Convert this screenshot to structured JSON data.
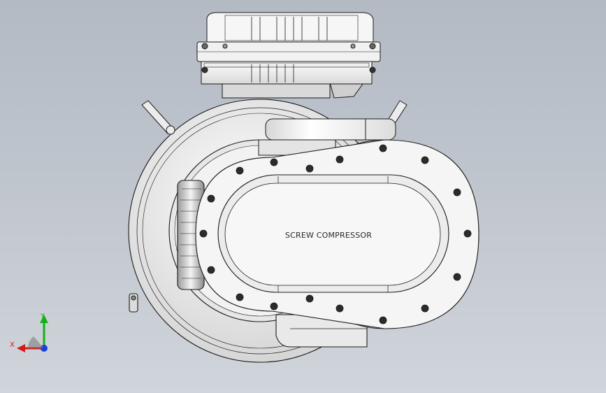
{
  "model": {
    "label": "SCREW COMPRESSOR"
  },
  "triad": {
    "x_label": "X",
    "y_label": "Y",
    "x_color": "#d41a1a",
    "y_color": "#16b016",
    "z_color": "#1a3fd8"
  },
  "colors": {
    "background_top": "#b3bac4",
    "background_bottom": "#d0d5db",
    "part_fill": "#f3f3f3",
    "edge_line": "#1a1a1a"
  }
}
